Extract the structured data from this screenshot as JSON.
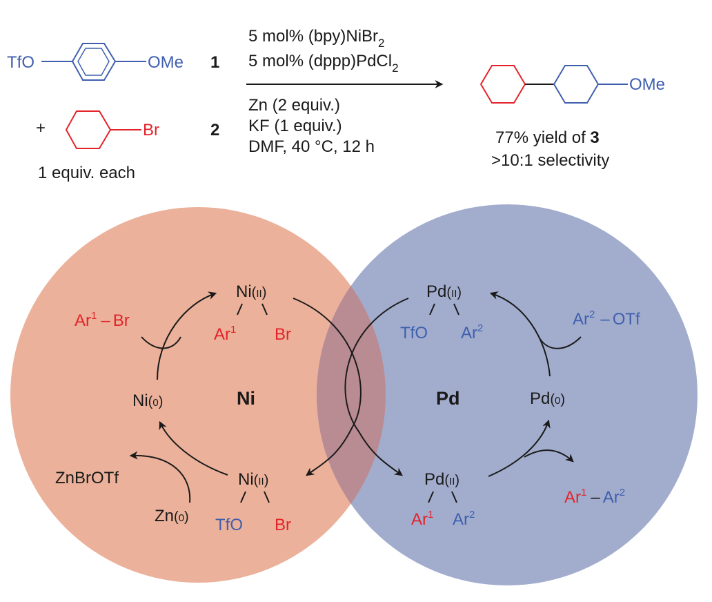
{
  "colors": {
    "blue": "#3f5fae",
    "red": "#e3232a",
    "black": "#1a1a1a",
    "ni_circle": "#ebb19a",
    "pd_circle": "#a2adcd",
    "overlap": "#b98b93"
  },
  "reaction": {
    "reactant1": {
      "left_group": "TfO",
      "right_group": "OMe",
      "number": "1"
    },
    "plus": "+",
    "reactant2": {
      "group": "Br",
      "number": "2"
    },
    "reactant_note": "1 equiv. each",
    "catalyst1": {
      "text": "5 mol% (bpy)NiBr",
      "sub": "2"
    },
    "catalyst2": {
      "text": "5 mol% (dppp)PdCl",
      "sub": "2"
    },
    "cond1": "Zn (2 equiv.)",
    "cond2": "KF (1 equiv.)",
    "cond3": "DMF, 40 °C, 12 h",
    "product": {
      "group": "OMe",
      "yield_text": "77% yield of ",
      "yield_num": "3",
      "selectivity": ">10:1 selectivity"
    }
  },
  "ni_cycle": {
    "label": "Ni",
    "top": {
      "metal": "Ni",
      "ox": "II",
      "ligand_left": "Ar",
      "ligand_left_sup": "1",
      "ligand_right": "Br"
    },
    "left": {
      "metal": "Ni",
      "ox": "0"
    },
    "bottom": {
      "metal": "Ni",
      "ox": "II",
      "ligand_left": "TfO",
      "ligand_right": "Br"
    },
    "substrate": {
      "ar": "Ar",
      "sup": "1",
      "dash": "–",
      "group": "Br"
    },
    "reductant": {
      "metal": "Zn",
      "ox": "0"
    },
    "byproduct": "ZnBrOTf"
  },
  "pd_cycle": {
    "label": "Pd",
    "top": {
      "metal": "Pd",
      "ox": "II",
      "ligand_left": "TfO",
      "ligand_right": "Ar",
      "ligand_right_sup": "2"
    },
    "right": {
      "metal": "Pd",
      "ox": "0"
    },
    "bottom": {
      "metal": "Pd",
      "ox": "II",
      "ligand_left": "Ar",
      "ligand_left_sup": "1",
      "ligand_right": "Ar",
      "ligand_right_sup": "2"
    },
    "substrate": {
      "ar": "Ar",
      "sup": "2",
      "dash": "–",
      "group": "OTf"
    },
    "product": {
      "ar1": "Ar",
      "sup1": "1",
      "dash": "–",
      "ar2": "Ar",
      "sup2": "2"
    }
  }
}
